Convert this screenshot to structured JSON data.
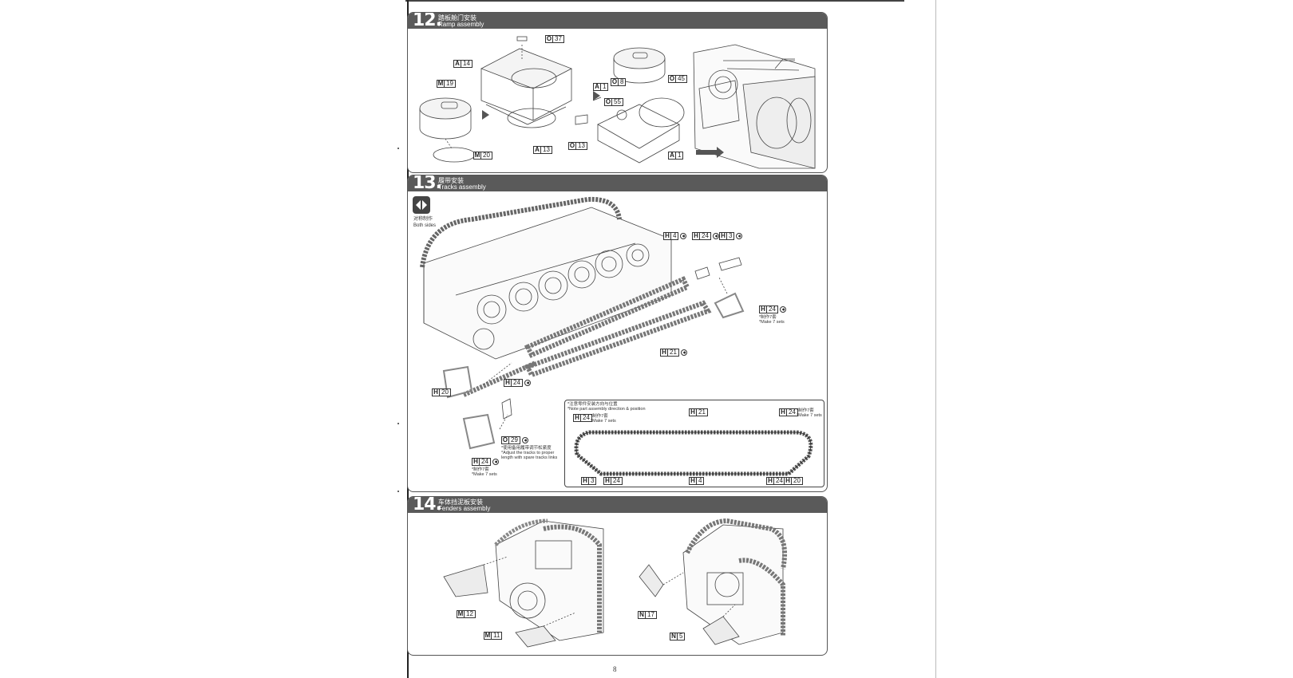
{
  "steps": [
    {
      "number": "12.",
      "title_cn": "踏板舱门安装",
      "title_en": "Ramp assembly"
    },
    {
      "number": "13.",
      "title_cn": "履带安装",
      "title_en": "Tracks assembly"
    },
    {
      "number": "14.",
      "title_cn": "车体挡泥板安装",
      "title_en": "Fenders assembly"
    }
  ],
  "step12_parts": {
    "o37": {
      "letter": "O",
      "num": "37"
    },
    "a14": {
      "letter": "A",
      "num": "14"
    },
    "m19": {
      "letter": "M",
      "num": "19"
    },
    "m20": {
      "letter": "M",
      "num": "20"
    },
    "a13": {
      "letter": "A",
      "num": "13"
    },
    "a1_top": {
      "letter": "A",
      "num": "1"
    },
    "o8": {
      "letter": "O",
      "num": "8"
    },
    "o55": {
      "letter": "O",
      "num": "55"
    },
    "o45": {
      "letter": "O",
      "num": "45"
    },
    "o13": {
      "letter": "O",
      "num": "13"
    },
    "a1_bottom": {
      "letter": "A",
      "num": "1"
    }
  },
  "step13": {
    "symmetric_cn": "对称制作",
    "symmetric_en": "Both sides",
    "parts": {
      "h4": {
        "letter": "H",
        "num": "4"
      },
      "h24_a": {
        "letter": "H",
        "num": "24"
      },
      "h3": {
        "letter": "H",
        "num": "3"
      },
      "h24_b": {
        "letter": "H",
        "num": "24"
      },
      "h21": {
        "letter": "H",
        "num": "21"
      },
      "h24_c": {
        "letter": "H",
        "num": "24"
      },
      "h20": {
        "letter": "H",
        "num": "20"
      },
      "o29": {
        "letter": "O",
        "num": "29"
      },
      "h24_d": {
        "letter": "H",
        "num": "24"
      }
    },
    "make7_cn": "*制作7套",
    "make7_en": "*Make 7 sets",
    "adjust_cn": "*使用备用履带调节松紧度",
    "adjust_en_1": "*Adjust the tracks to proper",
    "adjust_en_2": "length with spare tracks links",
    "detail": {
      "note_cn": "*注意零件安装方向与位置",
      "note_en": "*Note part assembly direction & position",
      "h24_left": {
        "letter": "H",
        "num": "24"
      },
      "h21": {
        "letter": "H",
        "num": "21"
      },
      "h24_right": {
        "letter": "H",
        "num": "24"
      },
      "h3": {
        "letter": "H",
        "num": "3"
      },
      "h24_bottom_left": {
        "letter": "H",
        "num": "24"
      },
      "h4": {
        "letter": "H",
        "num": "4"
      },
      "h24_bottom_right": {
        "letter": "H",
        "num": "24"
      },
      "h20": {
        "letter": "H",
        "num": "20"
      }
    }
  },
  "step14_parts": {
    "m12": {
      "letter": "M",
      "num": "12"
    },
    "m11": {
      "letter": "M",
      "num": "11"
    },
    "n17": {
      "letter": "N",
      "num": "17"
    },
    "n5": {
      "letter": "N",
      "num": "5"
    }
  },
  "page_number": "8"
}
